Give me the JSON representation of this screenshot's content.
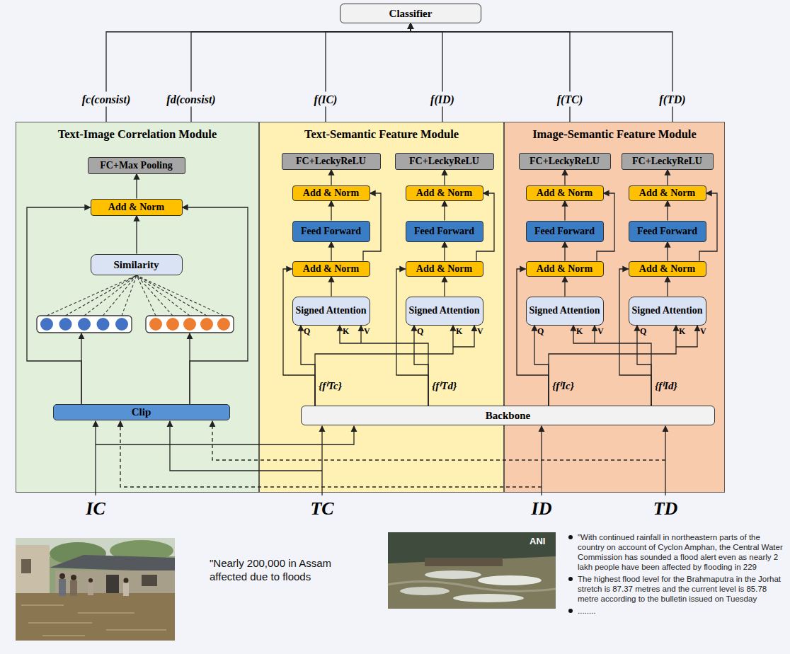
{
  "diagram": {
    "nodes": [
      {
        "text": [
          "Classifier"
        ]
      },
      {
        "text": [
          "Text-Image Correlation Module"
        ]
      },
      {
        "text": [
          "FC+Max Pooling"
        ],
        "in": 1
      },
      {
        "text": [
          "Add & Norm"
        ],
        "in": 1
      },
      {
        "text": [
          "Similarity"
        ],
        "in": 1
      },
      {
        "text": [
          "Clip"
        ],
        "in": 1
      },
      {
        "text": [
          "Text-Semantic Feature Module"
        ]
      },
      {
        "text": [
          "FC+LeckyReLU"
        ],
        "in": 6
      },
      {
        "text": [
          "FC+LeckyReLU"
        ],
        "in": 6
      },
      {
        "text": [
          "Add & Norm"
        ],
        "in": 6
      },
      {
        "text": [
          "Add & Norm"
        ],
        "in": 6
      },
      {
        "text": [
          "Feed Forward"
        ],
        "in": 6
      },
      {
        "text": [
          "Feed Forward"
        ],
        "in": 6
      },
      {
        "text": [
          "Add & Norm"
        ],
        "in": 6
      },
      {
        "text": [
          "Add & Norm"
        ],
        "in": 6
      },
      {
        "text": [
          "Signed Attention"
        ],
        "in": 6
      },
      {
        "text": [
          "Signed Attention"
        ],
        "in": 6
      },
      {
        "text": [
          "Image-Semantic Feature Module"
        ]
      },
      {
        "text": [
          "FC+LeckyReLU"
        ],
        "in": 17
      },
      {
        "text": [
          "FC+LeckyReLU"
        ],
        "in": 17
      },
      {
        "text": [
          "Add & Norm"
        ],
        "in": 17
      },
      {
        "text": [
          "Add & Norm"
        ],
        "in": 17
      },
      {
        "text": [
          "Feed Forward"
        ],
        "in": 17
      },
      {
        "text": [
          "Feed Forward"
        ],
        "in": 17
      },
      {
        "text": [
          "Add & Norm"
        ],
        "in": 17
      },
      {
        "text": [
          "Add & Norm"
        ],
        "in": 17
      },
      {
        "text": [
          "Signed Attention"
        ],
        "in": 17
      },
      {
        "text": [
          "Signed Attention"
        ],
        "in": 17
      },
      {
        "text": [
          "Backbone"
        ]
      }
    ],
    "edges": [
      {
        "from": 1,
        "to": 0,
        "arrow": "to",
        "label": "fc(consist)"
      },
      {
        "from": 1,
        "to": 0,
        "arrow": "to",
        "label": "fd(consist)"
      },
      {
        "from": 6,
        "to": 0,
        "arrow": "to",
        "label": "f(IC)"
      },
      {
        "from": 6,
        "to": 0,
        "arrow": "to",
        "label": "f(ID)"
      },
      {
        "from": 17,
        "to": 0,
        "arrow": "to",
        "label": "f(TC)"
      },
      {
        "from": 17,
        "to": 0,
        "arrow": "to",
        "label": "f(TD)"
      },
      {
        "from": 5,
        "to": 3,
        "arrow": "to"
      },
      {
        "from": 5,
        "to": 3,
        "arrow": "to"
      },
      {
        "from": 4,
        "to": 3,
        "arrow": "to"
      },
      {
        "from": 3,
        "to": 2,
        "arrow": "to"
      },
      {
        "from": 15,
        "to": 13,
        "arrow": "to"
      },
      {
        "from": 13,
        "to": 11,
        "arrow": "to"
      },
      {
        "from": 11,
        "to": 9,
        "arrow": "to"
      },
      {
        "from": 9,
        "to": 7,
        "arrow": "to"
      },
      {
        "from": 13,
        "to": 9,
        "arrow": "to"
      },
      {
        "from": 16,
        "to": 14,
        "arrow": "to"
      },
      {
        "from": 14,
        "to": 12,
        "arrow": "to"
      },
      {
        "from": 12,
        "to": 10,
        "arrow": "to"
      },
      {
        "from": 10,
        "to": 8,
        "arrow": "to"
      },
      {
        "from": 14,
        "to": 10,
        "arrow": "to"
      },
      {
        "from": 28,
        "to": 15,
        "arrow": "to"
      },
      {
        "from": 28,
        "to": 16,
        "arrow": "to"
      },
      {
        "from": 28,
        "to": 16,
        "arrow": "to"
      },
      {
        "from": 28,
        "to": 15,
        "arrow": "to"
      },
      {
        "from": 28,
        "to": 13,
        "arrow": "to"
      },
      {
        "from": 28,
        "to": 14,
        "arrow": "to"
      },
      {
        "from": 26,
        "to": 24,
        "arrow": "to"
      },
      {
        "from": 24,
        "to": 22,
        "arrow": "to"
      },
      {
        "from": 22,
        "to": 20,
        "arrow": "to"
      },
      {
        "from": 20,
        "to": 18,
        "arrow": "to"
      },
      {
        "from": 24,
        "to": 20,
        "arrow": "to"
      },
      {
        "from": 27,
        "to": 25,
        "arrow": "to"
      },
      {
        "from": 25,
        "to": 23,
        "arrow": "to"
      },
      {
        "from": 23,
        "to": 21,
        "arrow": "to"
      },
      {
        "from": 21,
        "to": 19,
        "arrow": "to"
      },
      {
        "from": 25,
        "to": 21,
        "arrow": "to"
      },
      {
        "from": 28,
        "to": 26,
        "arrow": "to"
      },
      {
        "from": 28,
        "to": 27,
        "arrow": "to"
      },
      {
        "from": 28,
        "to": 27,
        "arrow": "to"
      },
      {
        "from": 28,
        "to": 26,
        "arrow": "to"
      },
      {
        "from": 28,
        "to": 24,
        "arrow": "to"
      },
      {
        "from": 28,
        "to": 25,
        "arrow": "to"
      }
    ],
    "labels": [
      "Q",
      "K",
      "V",
      "Q",
      "K",
      "V",
      "Q",
      "K",
      "V",
      "Q",
      "K",
      "V",
      "{fⁱTc}",
      "{fⁱTd}",
      "{fⁱIc}",
      "{fⁱId}",
      "IC",
      "TC",
      "ID",
      "TD",
      "\"Nearly 200,000 in Assam affected due to floods",
      "ANI",
      "\"With continued rainfall in northeastern parts of the country on account of Cyclon Amphan, the Central Water Commission has sounded a flood alert even as nearly 2 lakh people have been affected by flooding in 229",
      "The highest flood level for the Brahmaputra in the Jorhat stretch is 87.37 metres and the current level is 85.78 metre according to the bulletin issued on Tuesday",
      "........"
    ]
  }
}
